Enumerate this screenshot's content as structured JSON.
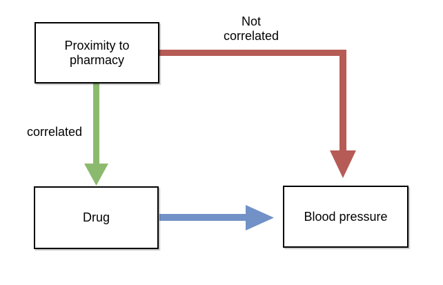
{
  "colors": {
    "background": "#ffffff",
    "node_fill": "#ffffff",
    "node_border": "#000000",
    "text": "#000000",
    "green_arrow": "#8bba6e",
    "red_arrow": "#b65b55",
    "blue_arrow": "#7191c7"
  },
  "nodes": {
    "proximity": {
      "line1": "Proximity to",
      "line2": "pharmacy"
    },
    "drug": {
      "label": "Drug"
    },
    "blood_pressure": {
      "label": "Blood pressure"
    }
  },
  "edge_labels": {
    "correlated": "correlated",
    "not_correlated_line1": "Not",
    "not_correlated_line2": "correlated"
  }
}
